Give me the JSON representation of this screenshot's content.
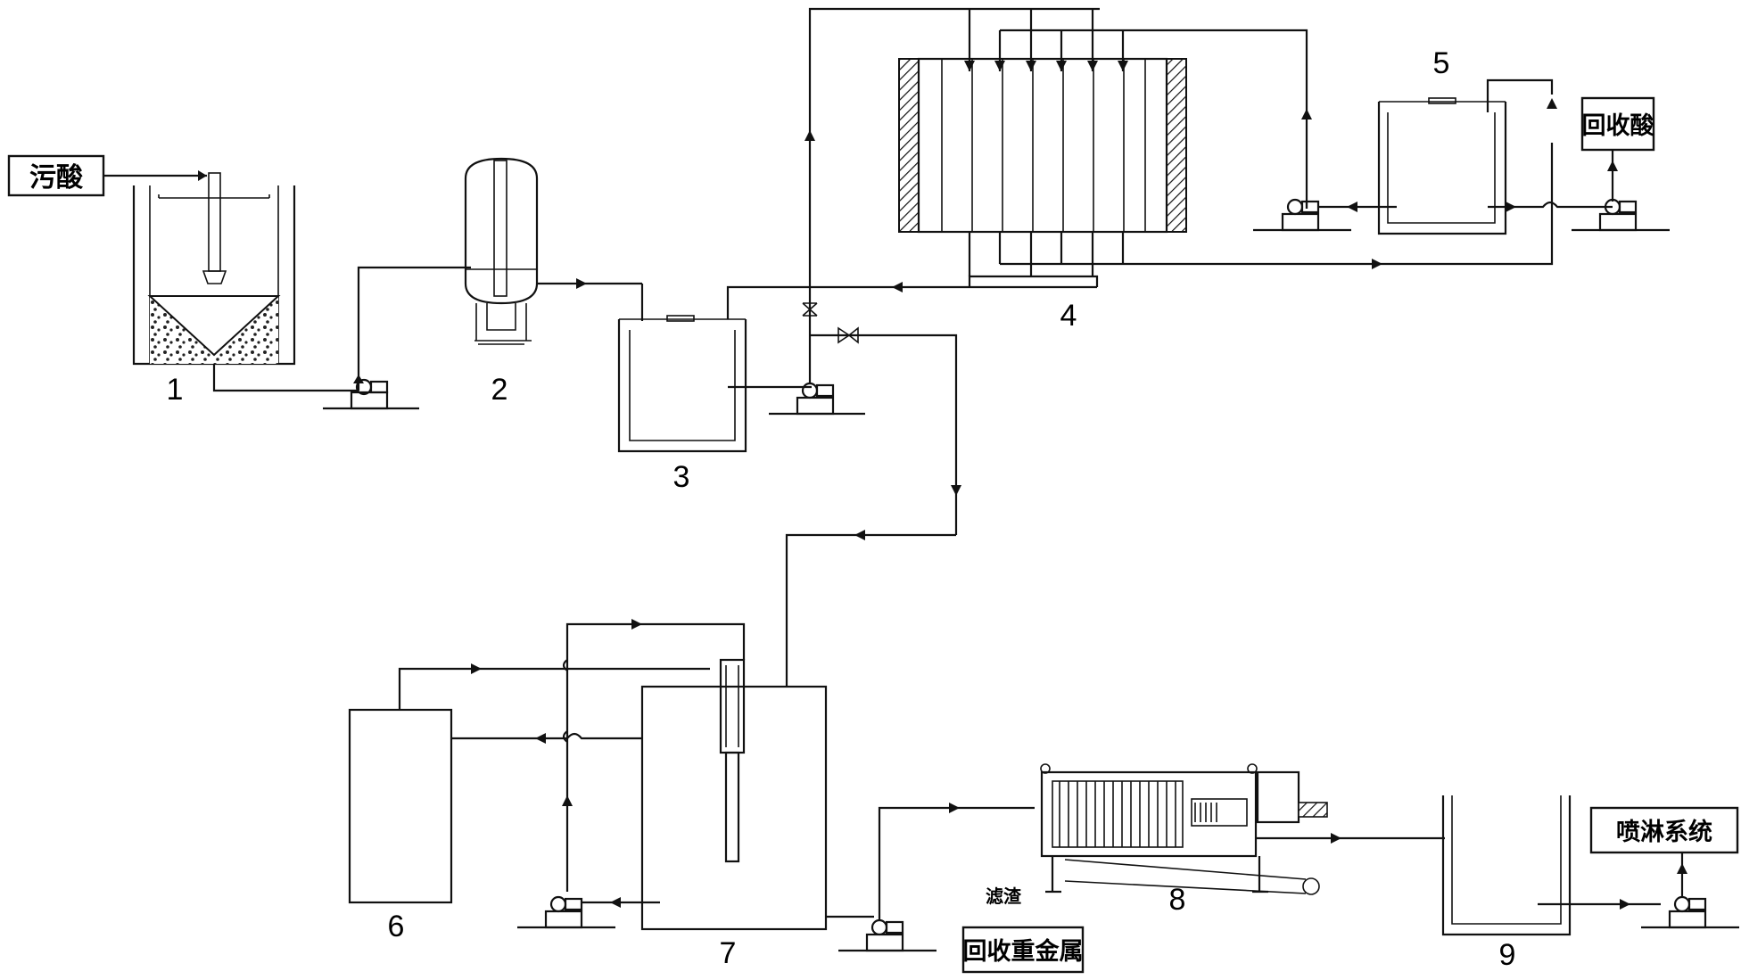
{
  "labels": {
    "dirty_acid": "污酸",
    "recovered_acid": "回收酸",
    "spray_system": "喷淋系统",
    "recovered_heavy_metal": "回收重金属",
    "sludge": "滤渣"
  },
  "equipment_numbers": [
    "1",
    "2",
    "3",
    "4",
    "5",
    "6",
    "7",
    "8",
    "9"
  ],
  "colors": {
    "line": "#111111",
    "background": "#ffffff"
  }
}
